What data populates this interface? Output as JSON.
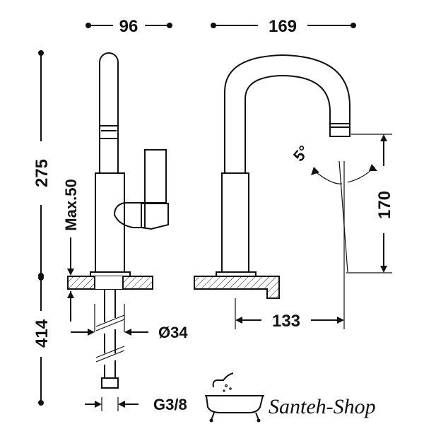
{
  "dimensions": {
    "top_left_width": "96",
    "top_right_width": "169",
    "height_total": "275",
    "max_height": "Max.50",
    "lower_height": "414",
    "diameter": "Ø34",
    "thread": "G3/8",
    "angle": "5°",
    "spout_height": "170",
    "reach": "133"
  },
  "brand": {
    "name": "Santeh-Shop"
  }
}
